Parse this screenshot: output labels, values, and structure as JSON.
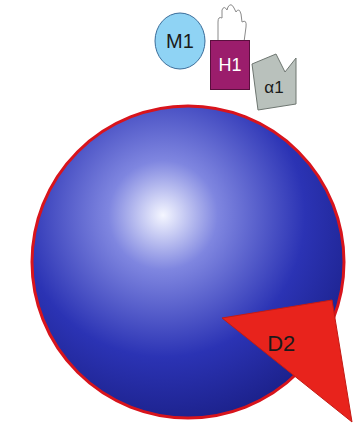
{
  "diagram": {
    "nodes": [
      {
        "text": [
          "M1"
        ]
      },
      {
        "text": [
          "H1"
        ]
      },
      {
        "text": [
          "α1"
        ]
      },
      {
        "text": [
          "D2"
        ]
      }
    ]
  }
}
